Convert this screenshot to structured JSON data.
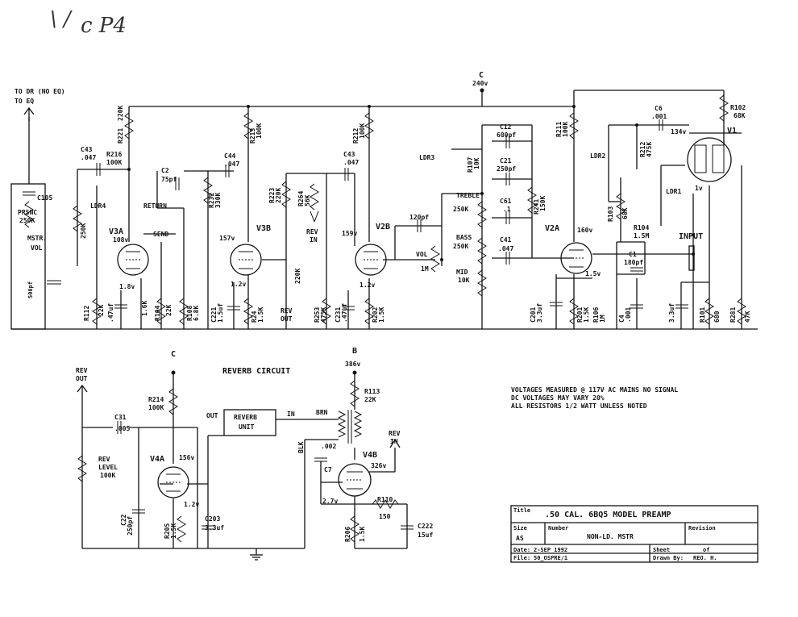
{
  "handwriting": "c P4",
  "mark_top": "\\ /",
  "supply": {
    "node": "C",
    "voltage": "240v"
  },
  "labels": {
    "to_dr": "TO DR (NO EQ)",
    "to_eq": "TO EQ",
    "c105": "C105",
    "presence": "PRSNC",
    "presence_val": "250K",
    "master": "MSTR.",
    "master2": "VOL",
    "c_master": "500pf",
    "c43a": "C43",
    "c43a_val": ".047",
    "r216": "R216",
    "r216_val": "100K",
    "r221": "R221",
    "r221_val": "220K",
    "ldr4": "LDR4",
    "r_pot": "250K",
    "v3a": "V3A",
    "v3a_v": "108v",
    "v3a_k": "1.8v",
    "r112": "R112",
    "r112_val": "22K",
    "c_v3a": ".47uf",
    "r_1k6": "1.6K",
    "c2": "C2",
    "c2_val": "75pf",
    "return": "RETURN",
    "send": "SEND",
    "r104": "R104",
    "r104_val": "22K",
    "r108": "R108",
    "r108_val": "6.8K",
    "c44": "C44",
    "c44_val": ".047",
    "r232": "R232",
    "r232_val": "330K",
    "r213": "R213",
    "r213_val": "100K",
    "v3b": "V3B",
    "v3b_v": "157v",
    "v3b_k": "1.2v",
    "c221": "C221",
    "c221_val": "1.5uf",
    "r24": "R24",
    "r24_val": "1.5K",
    "r223": "R223",
    "r223_val": "220K",
    "r264": "R264",
    "r264_val": "56K",
    "rev_in": "REV",
    "rev_in2": "IN",
    "r_220k": "220K",
    "rev_out_l": "REV",
    "rev_out_l2": "OUT",
    "r253": "R253",
    "r253_val": "475K",
    "c43b": "C43",
    "c43b_val": ".047",
    "r212": "R212",
    "r212_val": "100K",
    "v2b": "V2B",
    "v2b_v": "159v",
    "v2b_k": "1.2v",
    "c231": "C231",
    "c231_val": ".47uf",
    "r202": "R202",
    "r202_val": "1.5K",
    "c_120pf": "120pf",
    "vol": "VOL",
    "vol_val": "1M",
    "ldr3": "LDR3",
    "r107": "R107",
    "r107_val": "10K",
    "c12": "C12",
    "c12_val": "680pf",
    "c21": "C21",
    "c21_val": "250pf",
    "treble": "TREBLE",
    "treble_val": "250K",
    "c61": "C61",
    "c61_val": ".1",
    "r241": "R241",
    "r241_val": "150K",
    "bass": "BASS",
    "bass_val": "250K",
    "c41": "C41",
    "c41_val": ".047",
    "mid": "MID",
    "mid_val": "10K",
    "r211": "R211",
    "r211_val": "100K",
    "v2a": "V2A",
    "v2a_v": "160v",
    "v2a_k": "1.5v",
    "c201": "C201",
    "c201_val": "3.3uf",
    "r201": "R201",
    "r201_val": "1.5K",
    "r106": "R106",
    "r106_val": "1M",
    "c6_top": "C6",
    "c6_top_val": ".001",
    "r212b": "R212",
    "r212b_val": "475K",
    "ldr2": "LDR2",
    "r103": "R103",
    "r103_val": "68K",
    "c4": "C4",
    "c4_val": ".001",
    "r104b": "R104",
    "r104b_val": "1.5M",
    "c1": "C1",
    "c1_val": "180pf",
    "ldr1": "LDR1",
    "input": "INPUT",
    "r102": "R102",
    "r102_val": "68K",
    "v1": "V1",
    "v1_v": "134v",
    "v1_k": "1v",
    "c_v1": "3.3uf",
    "r101": "R101",
    "r101_val": "680",
    "r281": "R281",
    "r281_val": "47K"
  },
  "reverb": {
    "title": "REVERB CIRCUIT",
    "node_c": "C",
    "node_b": "B",
    "b_voltage": "386v",
    "rev_out": "REV",
    "rev_out2": "OUT",
    "c31": "C31",
    "c31_val": ".005",
    "rev_level": "REV",
    "rev_level2": "LEVEL",
    "rev_level_val": "100K",
    "c22": "C22",
    "c22_val": "250pf",
    "r214": "R214",
    "r214_val": "100K",
    "v4a": "V4A",
    "v4a_v": "156v",
    "v4a_k": "1.2v",
    "r205": "R205",
    "r205_val": "1.5K",
    "c203": "C203",
    "c203_val": "3.3uf",
    "out": "OUT",
    "unit1": "REVERB",
    "unit2": "UNIT",
    "in": "IN",
    "brn": "BRN",
    "blk": "BLK",
    "r113": "R113",
    "r113_val": "22K",
    "rev_in": "REV",
    "rev_in2": "IN",
    "c_002": ".002",
    "c7": "C7",
    "v4b": "V4B",
    "v4b_v": "326v",
    "v4b_k": "2.7v",
    "r110": "R110",
    "r110_val": "150",
    "r206": "R206",
    "r206_val": "1.5K",
    "c222": "C222",
    "c222_val": "15uf"
  },
  "notes": [
    "VOLTAGES MEASURED @ 117V AC MAINS NO SIGNAL",
    "DC VOLTAGES MAY VARY 20%",
    "ALL RESISTORS 1/2 WATT UNLESS NOTED"
  ],
  "title_block": {
    "title_label": "Title",
    "title": ".50 CAL. 6BQ5 MODEL   PREAMP",
    "size_label": "Size",
    "size": "AS",
    "number_label": "Number",
    "number": "NON-LD. MSTR",
    "revision_label": "Revision",
    "date_label": "Date:",
    "date": "2-SEP   1992",
    "sheet_label": "Sheet",
    "sheet_of": "of",
    "file_label": "File:",
    "file": "50_OSPRE/1",
    "drawn_label": "Drawn By:",
    "drawn": "REO. H."
  }
}
